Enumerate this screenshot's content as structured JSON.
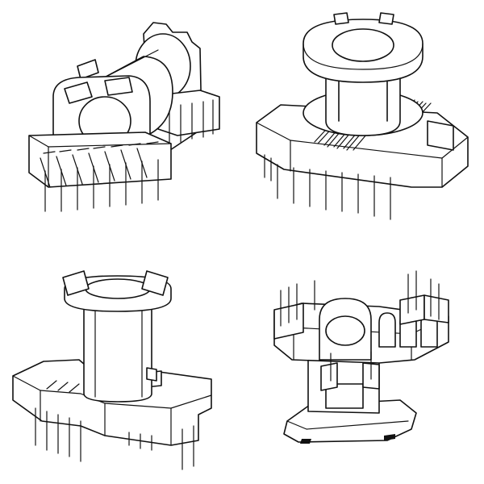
{
  "illustrations": [
    {
      "id": "p1",
      "subject": "horizontal-bobbin",
      "pin_count": 8
    },
    {
      "id": "p2",
      "subject": "vertical-pot-bobbin",
      "pin_count": 8
    },
    {
      "id": "p3",
      "subject": "vertical-tall-bobbin",
      "pin_count": 8
    },
    {
      "id": "p4",
      "subject": "vertical-bobbin-with-top-pins",
      "pin_count": 8
    }
  ],
  "colors": {
    "line": "#111111",
    "fill": "#ffffff",
    "background": "#ffffff"
  }
}
